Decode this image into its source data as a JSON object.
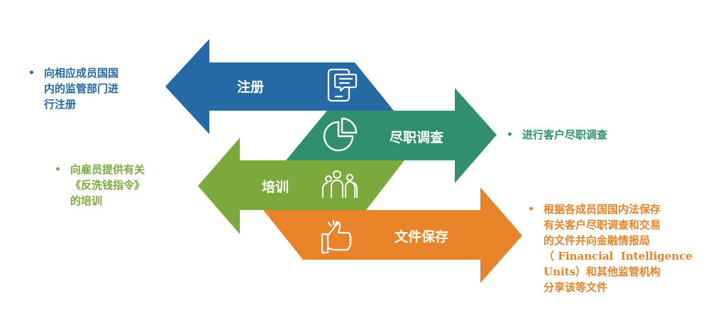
{
  "colors": {
    "blue": "#2569a5",
    "teal": "#2f8f6e",
    "green": "#7ba93b",
    "orange": "#e8832a",
    "white": "#ffffff"
  },
  "steps": {
    "registration": {
      "label": "注册",
      "icon": "mobile-message-icon",
      "note_lines": [
        "向相应成员国国",
        "内的监管部门进",
        "行注册"
      ]
    },
    "due_diligence": {
      "label": "尽职调查",
      "icon": "pie-chart-icon",
      "note_lines": [
        "进行客户尽职调查"
      ]
    },
    "training": {
      "label": "培训",
      "icon": "group-people-icon",
      "note_lines": [
        "向雇员提供有关",
        "《反洗钱指令》",
        "的培训"
      ]
    },
    "record_keeping": {
      "label": "文件保存",
      "icon": "thumbs-up-icon",
      "note_lines": [
        "根据各成员国国内法保存",
        "有关客户尽职调查和交易",
        "的文件并向金融情报局",
        "（ Financial  Intelligence",
        "Units）和其他监管机构",
        "分享该等文件"
      ]
    }
  }
}
